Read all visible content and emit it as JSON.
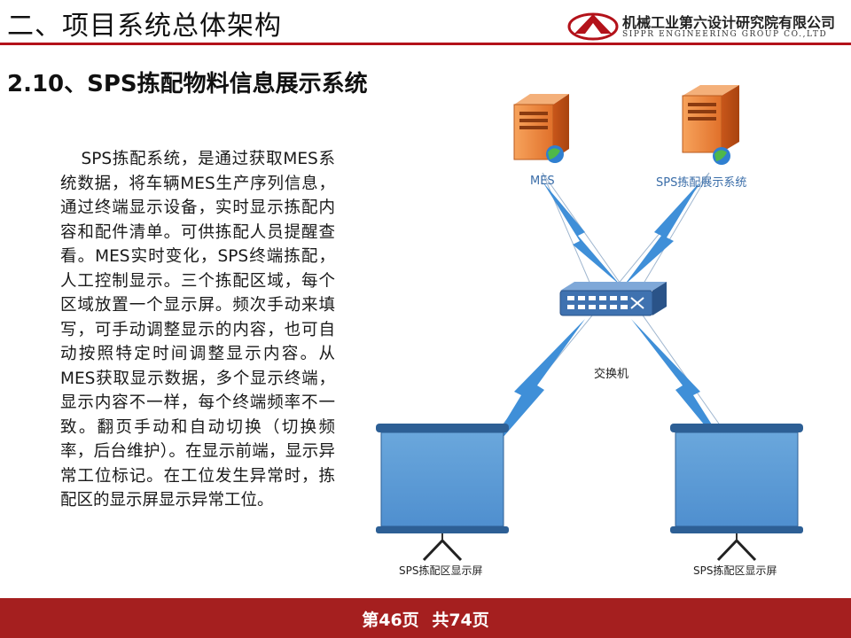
{
  "header": {
    "title": "二、项目系统总体架构",
    "company_cn": "机械工业第六设计研究院有限公司",
    "company_en": "SIPPR ENGINEERING GROUP CO.,LTD"
  },
  "section_title": "2.10、SPS拣配物料信息展示系统",
  "body_text": "SPS拣配系统，是通过获取MES系统数据，将车辆MES生产序列信息，通过终端显示设备，实时显示拣配内容和配件清单。可供拣配人员提醒查看。MES实时变化，SPS终端拣配，人工控制显示。三个拣配区域，每个区域放置一个显示屏。频次手动来填写，可手动调整显示的内容，也可自动按照特定时间调整显示内容。从MES获取显示数据，多个显示终端，显示内容不一样，每个终端频率不一致。翻页手动和自动切换（切换频率，后台维护）。在显示前端，显示异常工位标记。在工位发生异常时，拣配区的显示屏显示异常工位。",
  "diagram": {
    "server_left_label": "MES",
    "server_right_label": "SPS拣配展示系统",
    "switch_label": "交换机",
    "screen_left_label": "SPS拣配区显示屏",
    "screen_right_label": "SPS拣配区显示屏"
  },
  "footer": {
    "current_page": "第46页",
    "total_pages": "共74页"
  },
  "colors": {
    "brand_red": "#b3121a",
    "footer_red": "#a51f1f",
    "screen_blue": "#5b9bd5",
    "lightning_blue": "#3f8fd8",
    "server_orange": "#f08a3c"
  }
}
